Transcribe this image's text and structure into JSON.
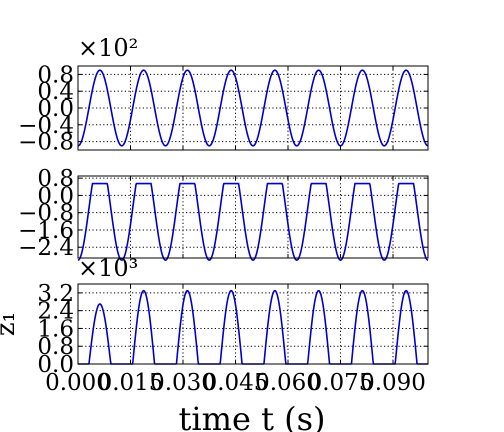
{
  "chart_data": [
    {
      "type": "line",
      "panel": "top",
      "exponent_label": "×10²",
      "ylim": [
        -1.0,
        1.0
      ],
      "yticks": [
        -0.8,
        -0.4,
        0.0,
        0.4,
        0.8
      ],
      "ytick_labels": [
        "−0.8",
        "−0.4",
        "0.0",
        "0.4",
        "0.8"
      ],
      "grid": true,
      "line_color": "#0000cc",
      "series": [
        {
          "signal": "sine",
          "amplitude": 0.9,
          "period": 0.0125,
          "phase_cycles": -0.25,
          "offset": 0.0
        }
      ]
    },
    {
      "type": "line",
      "panel": "middle",
      "ylim": [
        -2.9,
        0.9
      ],
      "yticks": [
        -2.4,
        -1.6,
        -0.8,
        0.0,
        0.8
      ],
      "ytick_labels": [
        "−2.4",
        "−1.6",
        "−0.8",
        "0.0",
        "0.8"
      ],
      "grid": true,
      "line_color": "#0000cc",
      "series": [
        {
          "signal": "clipped-sine",
          "amplitude": 2.4,
          "period": 0.0125,
          "phase_cycles": -0.25,
          "offset": -0.6,
          "clip_max": 0.55
        }
      ]
    },
    {
      "type": "line",
      "panel": "bottom",
      "exponent_label": "×10³",
      "ylabel": "z₁",
      "ylim": [
        0.0,
        3.6
      ],
      "yticks": [
        0.0,
        0.8,
        1.6,
        2.4,
        3.2
      ],
      "ytick_labels": [
        "0.0",
        "0.8",
        "1.6",
        "2.4",
        "3.2"
      ],
      "grid": true,
      "line_color": "#0000cc",
      "series": [
        {
          "signal": "rectified-sine",
          "amplitude": 3.3,
          "first_amplitude": 2.7,
          "period": 0.0125,
          "phase_cycles": -0.25,
          "pulse_fraction": 0.5
        }
      ]
    }
  ],
  "x_axis": {
    "xlim": [
      0.0,
      0.1
    ],
    "xticks": [
      0.0,
      0.015,
      0.03,
      0.045,
      0.06,
      0.075,
      0.09
    ],
    "xtick_labels": [
      "0.000",
      "0.015",
      "0.030",
      "0.045",
      "0.060",
      "0.075",
      "0.090"
    ],
    "xlabel": "time t (s)"
  }
}
